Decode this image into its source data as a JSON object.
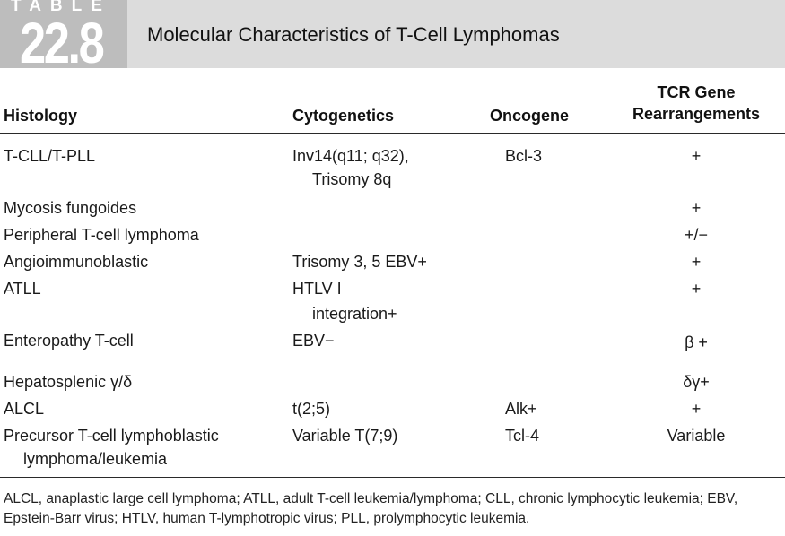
{
  "header": {
    "label_word": "TABLE",
    "number": "22.8",
    "title": "Molecular Characteristics of T-Cell Lymphomas"
  },
  "columns": {
    "histology": "Histology",
    "cytogenetics": "Cytogenetics",
    "oncogene": "Oncogene",
    "tcr_line1": "TCR Gene",
    "tcr_line2": "Rearrangements"
  },
  "rows": [
    {
      "histology": "T-CLL/T-PLL",
      "cytogenetics": "Inv14(q11; q32),",
      "cytogenetics_2": "Trisomy 8q",
      "oncogene": "Bcl-3",
      "tcr": "+"
    },
    {
      "histology": "Mycosis fungoides",
      "cytogenetics": "",
      "oncogene": "",
      "tcr": "+"
    },
    {
      "histology": "Peripheral T-cell lymphoma",
      "cytogenetics": "",
      "oncogene": "",
      "tcr": "+/−"
    },
    {
      "histology": "Angioimmunoblastic",
      "cytogenetics": "Trisomy 3, 5 EBV+",
      "oncogene": "",
      "tcr": "+"
    },
    {
      "histology": "ATLL",
      "cytogenetics": "HTLV I",
      "cytogenetics_2": "integration+",
      "oncogene": "",
      "tcr": "+"
    },
    {
      "histology": "Enteropathy T-cell",
      "cytogenetics": "EBV−",
      "oncogene": "",
      "tcr": "β +"
    },
    {
      "histology": "Hepatosplenic γ/δ",
      "cytogenetics": "",
      "oncogene": "",
      "tcr": "δγ+"
    },
    {
      "histology": "ALCL",
      "cytogenetics": "t(2;5)",
      "oncogene": "Alk+",
      "tcr": "+"
    },
    {
      "histology": "Precursor T-cell lymphoblastic",
      "histology_2": "lymphoma/leukemia",
      "cytogenetics": "Variable T(7;9)",
      "oncogene": "Tcl-4",
      "tcr": "Variable"
    }
  ],
  "footnote": "ALCL, anaplastic large cell lymphoma; ATLL, adult T-cell leukemia/lymphoma; CLL, chronic lymphocytic leukemia; EBV, Epstein-Barr virus; HTLV, human T-lymphotropic virus; PLL, prolymphocytic leukemia."
}
